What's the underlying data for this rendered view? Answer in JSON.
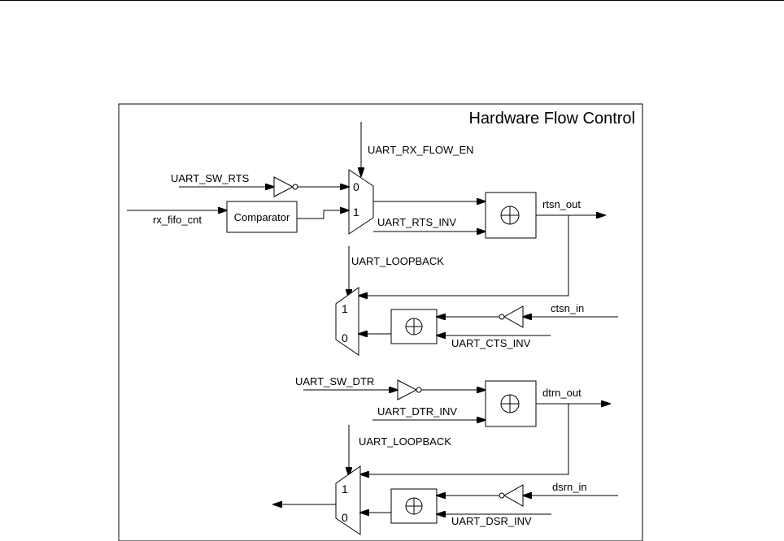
{
  "diagram": {
    "title": "Hardware Flow Control",
    "blocks": {
      "comparator": "Comparator",
      "xor_symbol": "xor-gate"
    },
    "signals": {
      "rx_flow_en": "UART_RX_FLOW_EN",
      "sw_rts": "UART_SW_RTS",
      "rx_fifo_cnt": "rx_fifo_cnt",
      "rts_inv": "UART_RTS_INV",
      "rtsn_out": "rtsn_out",
      "loopback_1": "UART_LOOPBACK",
      "ctsn_in": "ctsn_in",
      "cts_inv": "UART_CTS_INV",
      "sw_dtr": "UART_SW_DTR",
      "dtrn_out": "dtrn_out",
      "dtr_inv": "UART_DTR_INV",
      "loopback_2": "UART_LOOPBACK",
      "dsrn_in": "dsrn_in",
      "dsr_inv": "UART_DSR_INV"
    },
    "mux_inputs": {
      "mux1_in0": "0",
      "mux1_in1": "1",
      "mux2_in1": "1",
      "mux2_in0": "0",
      "mux3_in1": "1",
      "mux3_in0": "0"
    },
    "colors": {
      "stroke": "#000000",
      "background": "#ffffff"
    }
  }
}
